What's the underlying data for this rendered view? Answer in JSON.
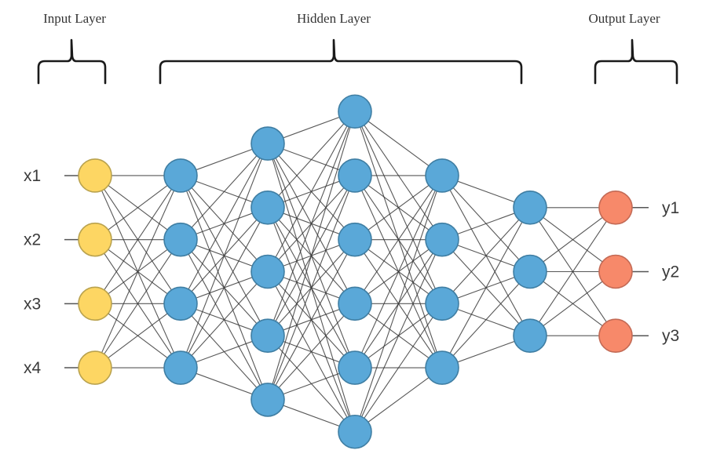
{
  "title": "Neural network architecture diagram",
  "layer_titles": {
    "input": "Input Layer",
    "hidden": "Hidden Layer",
    "output": "Output Layer"
  },
  "colors": {
    "input_node_fill": "#fdd663",
    "input_node_stroke": "#b9a24e",
    "hidden_node_fill": "#5aa8d8",
    "hidden_node_stroke": "#3f7ea3",
    "output_node_fill": "#f7896a",
    "output_node_stroke": "#c36a55",
    "edge": "#3a3a3a",
    "bracket": "#1a1a1a"
  },
  "network": {
    "connectivity": "fully-connected",
    "layers": [
      {
        "name": "input",
        "kind": "input",
        "size": 4,
        "labels": [
          "x1",
          "x2",
          "x3",
          "x4"
        ]
      },
      {
        "name": "hidden-1",
        "kind": "hidden",
        "size": 4
      },
      {
        "name": "hidden-2",
        "kind": "hidden",
        "size": 5
      },
      {
        "name": "hidden-3",
        "kind": "hidden",
        "size": 6
      },
      {
        "name": "hidden-4",
        "kind": "hidden",
        "size": 4
      },
      {
        "name": "hidden-5",
        "kind": "hidden",
        "size": 3
      },
      {
        "name": "output",
        "kind": "output",
        "size": 3,
        "labels": [
          "y1",
          "y2",
          "y3"
        ]
      }
    ]
  }
}
